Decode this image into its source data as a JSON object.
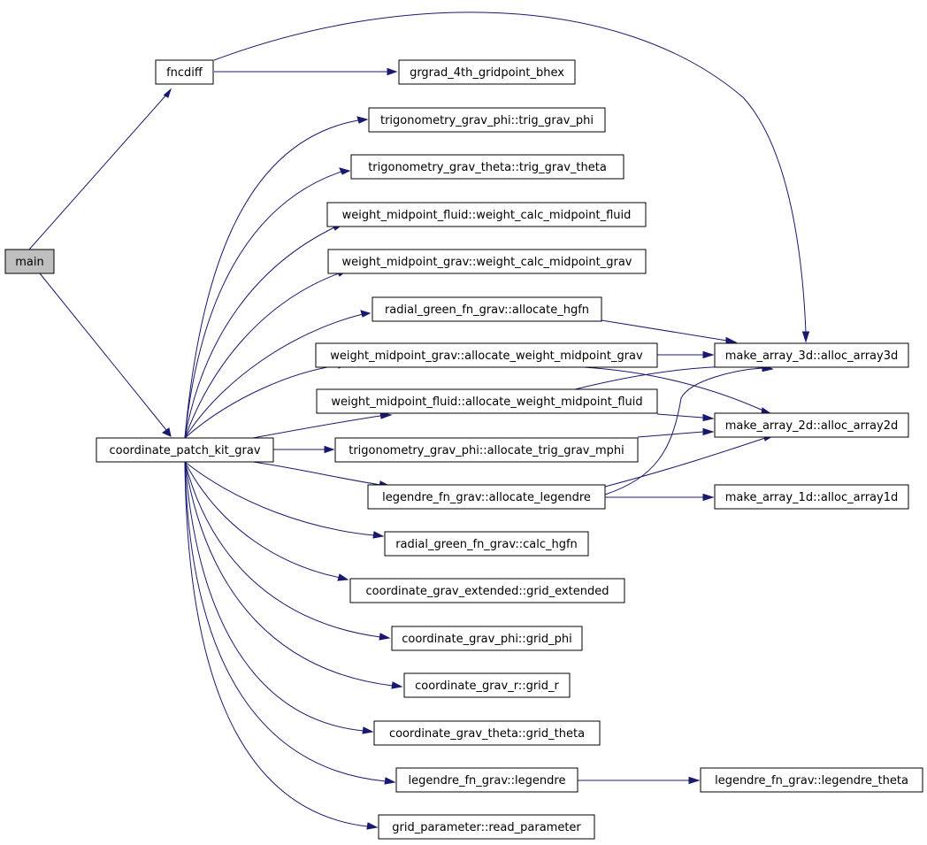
{
  "nodes": {
    "main": "main",
    "fncdiff": "fncdiff",
    "grgrad": "grgrad_4th_gridpoint_bhex",
    "trig_phi": "trigonometry_grav_phi::trig_grav_phi",
    "trig_theta": "trigonometry_grav_theta::trig_grav_theta",
    "wc_fluid": "weight_midpoint_fluid::weight_calc_midpoint_fluid",
    "wc_grav": "weight_midpoint_grav::weight_calc_midpoint_grav",
    "alloc_hgfn": "radial_green_fn_grav::allocate_hgfn",
    "alloc_wgrav": "weight_midpoint_grav::allocate_weight_midpoint_grav",
    "alloc_wfluid": "weight_midpoint_fluid::allocate_weight_midpoint_fluid",
    "cpkg": "coordinate_patch_kit_grav",
    "alloc_mphi": "trigonometry_grav_phi::allocate_trig_grav_mphi",
    "alloc_leg": "legendre_fn_grav::allocate_legendre",
    "calc_hgfn": "radial_green_fn_grav::calc_hgfn",
    "grid_ext": "coordinate_grav_extended::grid_extended",
    "grid_phi": "coordinate_grav_phi::grid_phi",
    "grid_r": "coordinate_grav_r::grid_r",
    "grid_theta": "coordinate_grav_theta::grid_theta",
    "legendre": "legendre_fn_grav::legendre",
    "read_param": "grid_parameter::read_parameter",
    "arr3d": "make_array_3d::alloc_array3d",
    "arr2d": "make_array_2d::alloc_array2d",
    "arr1d": "make_array_1d::alloc_array1d",
    "leg_theta": "legendre_fn_grav::legendre_theta"
  },
  "colors": {
    "edge": "#191970",
    "root_fill": "#bfbfbf",
    "node_fill": "#ffffff",
    "node_border": "#000000"
  },
  "edges": [
    [
      "main",
      "fncdiff"
    ],
    [
      "main",
      "cpkg"
    ],
    [
      "fncdiff",
      "grgrad"
    ],
    [
      "fncdiff",
      "arr3d"
    ],
    [
      "cpkg",
      "trig_phi"
    ],
    [
      "cpkg",
      "trig_theta"
    ],
    [
      "cpkg",
      "wc_fluid"
    ],
    [
      "cpkg",
      "wc_grav"
    ],
    [
      "cpkg",
      "alloc_hgfn"
    ],
    [
      "cpkg",
      "alloc_wgrav"
    ],
    [
      "cpkg",
      "alloc_wfluid"
    ],
    [
      "cpkg",
      "alloc_mphi"
    ],
    [
      "cpkg",
      "alloc_leg"
    ],
    [
      "cpkg",
      "calc_hgfn"
    ],
    [
      "cpkg",
      "grid_ext"
    ],
    [
      "cpkg",
      "grid_phi"
    ],
    [
      "cpkg",
      "grid_r"
    ],
    [
      "cpkg",
      "grid_theta"
    ],
    [
      "cpkg",
      "legendre"
    ],
    [
      "cpkg",
      "read_param"
    ],
    [
      "alloc_hgfn",
      "arr3d"
    ],
    [
      "alloc_wgrav",
      "arr3d"
    ],
    [
      "alloc_wgrav",
      "arr2d"
    ],
    [
      "alloc_wfluid",
      "arr3d"
    ],
    [
      "alloc_wfluid",
      "arr2d"
    ],
    [
      "alloc_mphi",
      "arr2d"
    ],
    [
      "alloc_leg",
      "arr3d"
    ],
    [
      "alloc_leg",
      "arr2d"
    ],
    [
      "alloc_leg",
      "arr1d"
    ],
    [
      "legendre",
      "leg_theta"
    ]
  ]
}
